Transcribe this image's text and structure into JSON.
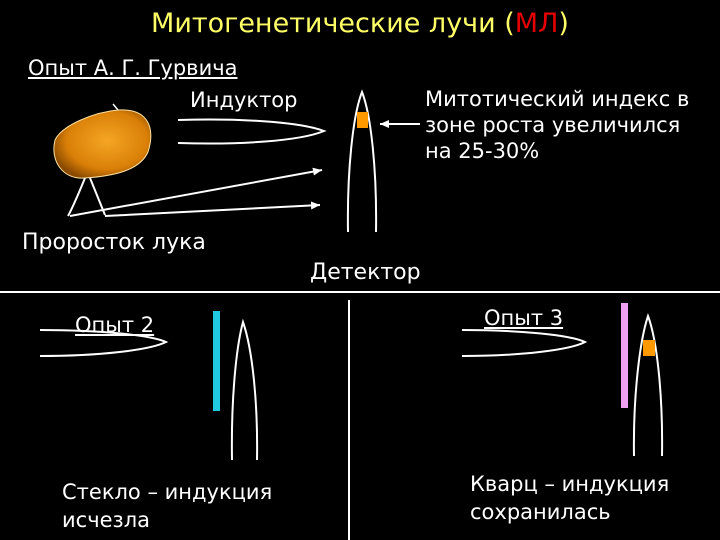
{
  "title": {
    "text": "Митогенетические лучи (",
    "highlight": "МЛ",
    "end": ")",
    "color": "#ffff66",
    "highlight_color": "#e60000"
  },
  "experiment1": {
    "label": "Опыт А. Г. Гурвича",
    "inductor": "Индуктор",
    "sprout": "Проросток лука",
    "detector": "Детектор",
    "result": "Митотический индекс в\nзоне роста увеличился\nна 25-30%"
  },
  "experiment2": {
    "label": "Опыт 2",
    "result": "Стекло – индукция\nисчезла",
    "barrier_color": "#20c8e0"
  },
  "experiment3": {
    "label": "Опыт 3",
    "result": "Кварц – индукция\nсохранилась",
    "barrier_color": "#f0a0f0"
  },
  "colors": {
    "bulb": "#e8920a",
    "growth_zone": "#ff9900"
  }
}
